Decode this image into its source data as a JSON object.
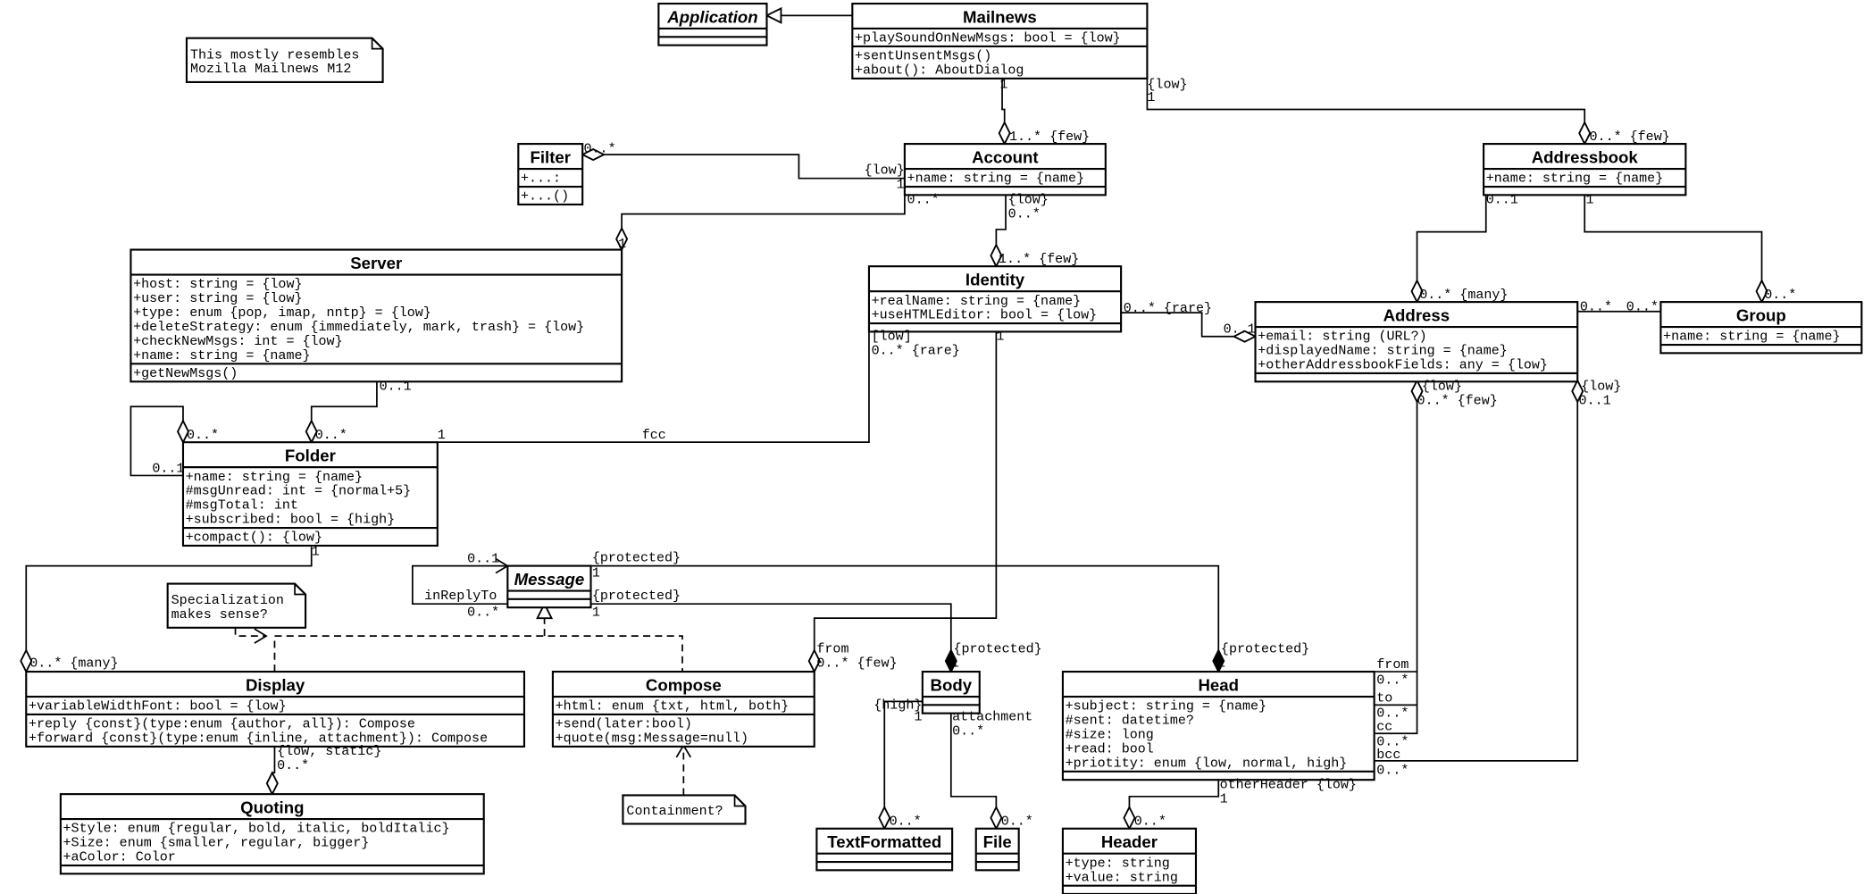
{
  "colors": {
    "line": "#000000",
    "background": "#ffffff"
  },
  "classes": {
    "application": {
      "name": "Application",
      "attributes": [],
      "operations": []
    },
    "mailnews": {
      "name": "Mailnews",
      "attributes": [
        "+playSoundOnNewMsgs: bool = {low}"
      ],
      "operations": [
        "+sentUnsentMsgs()",
        "+about(): AboutDialog"
      ]
    },
    "filter": {
      "name": "Filter",
      "attributes": [
        "+...:"
      ],
      "operations": [
        "+...()"
      ]
    },
    "account": {
      "name": "Account",
      "attributes": [
        "+name: string = {name}"
      ],
      "operations": []
    },
    "addressbook": {
      "name": "Addressbook",
      "attributes": [
        "+name: string = {name}"
      ],
      "operations": []
    },
    "server": {
      "name": "Server",
      "attributes": [
        "+host: string = {low}",
        "+user: string = {low}",
        "+type: enum {pop, imap, nntp} = {low}",
        "+deleteStrategy: enum {immediately, mark, trash} = {low}",
        "+checkNewMsgs: int = {low}",
        "+name: string = {name}"
      ],
      "operations": [
        "+getNewMsgs()"
      ]
    },
    "identity": {
      "name": "Identity",
      "attributes": [
        "+realName: string = {name}",
        "+useHTMLEditor: bool = {low}"
      ],
      "operations": []
    },
    "address": {
      "name": "Address",
      "attributes": [
        "+email: string (URL?)",
        "+displayedName: string = {name}",
        "+otherAddressbookFields: any = {low}"
      ],
      "operations": []
    },
    "group": {
      "name": "Group",
      "attributes": [
        "+name: string = {name}"
      ],
      "operations": []
    },
    "folder": {
      "name": "Folder",
      "attributes": [
        "+name: string = {name}",
        "#msgUnread: int = {normal+5}",
        "#msgTotal: int",
        "+subscribed: bool = {high}"
      ],
      "operations": [
        "+compact(): {low}"
      ]
    },
    "message": {
      "name": "Message",
      "attributes": [],
      "operations": []
    },
    "display": {
      "name": "Display",
      "attributes": [
        "+variableWidthFont: bool = {low}"
      ],
      "operations": [
        "+reply {const}(type:enum {author, all}): Compose",
        "+forward {const}(type:enum {inline, attachment}): Compose"
      ]
    },
    "compose": {
      "name": "Compose",
      "attributes": [
        "+html: enum {txt, html, both}"
      ],
      "operations": [
        "+send(later:bool)",
        "+quote(msg:Message=null)"
      ]
    },
    "body": {
      "name": "Body",
      "attributes": [],
      "operations": []
    },
    "head": {
      "name": "Head",
      "attributes": [
        "+subject: string = {name}",
        "#sent: datetime?",
        "#size: long",
        "+read: bool",
        "+priotity: enum {low, normal, high}"
      ],
      "operations": []
    },
    "quoting": {
      "name": "Quoting",
      "attributes": [
        "+Style: enum {regular, bold, italic, boldItalic}",
        "+Size: enum {smaller, regular, bigger}",
        "+aColor: Color"
      ],
      "operations": []
    },
    "textformatted": {
      "name": "TextFormatted",
      "attributes": [],
      "operations": []
    },
    "file": {
      "name": "File",
      "attributes": [],
      "operations": []
    },
    "header": {
      "name": "Header",
      "attributes": [
        "+type: string",
        "+value: string"
      ],
      "operations": []
    }
  },
  "notes": [
    {
      "lines": [
        "This mostly resembles",
        "Mozilla Mailnews M12"
      ]
    },
    {
      "lines": [
        "Specialization",
        "makes sense?"
      ]
    },
    {
      "lines": [
        "Containment?"
      ]
    }
  ],
  "edge_labels": [
    "1",
    "1..* {few}",
    "{low}",
    "1",
    "0..* {few}",
    "0..*",
    "{low}",
    "1",
    "0..*",
    "1",
    "{low}",
    "0..*",
    "1..* {few}",
    "0..1",
    "1",
    "0..* {many}",
    "0..*",
    "0..*",
    "0..*",
    "0..* {rare}",
    "0..1",
    "0..1",
    "0..*",
    "0..*",
    "0..1",
    "1",
    "fcc",
    "[low]",
    "0..* {rare}",
    "1",
    "1",
    "0..* {many}",
    "0..1",
    "{protected}",
    "1",
    "inReplyTo",
    "{protected}",
    "0..*",
    "1",
    "from",
    "0..* {few}",
    "{protected}",
    "1",
    "{protected}",
    "1",
    "{low, static}",
    "0..*",
    "{high}",
    "1",
    "attachment",
    "0..*",
    "0..*",
    "0..*",
    "otherHeader {low}",
    "1",
    "0..*",
    "from",
    "0..*",
    "to",
    "0..*",
    "cc",
    "0..*",
    "bcc",
    "0..*",
    "{low}",
    "0..* {few}",
    "{low}",
    "0..1"
  ]
}
